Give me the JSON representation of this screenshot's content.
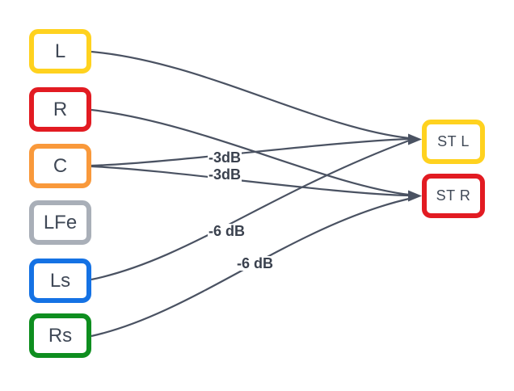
{
  "diagram": {
    "background_color": "#FFFFFF",
    "line_color": "#4A5262",
    "text_color": "#3F4856"
  },
  "sources": [
    {
      "label": "L",
      "border_color": "#FFD21F"
    },
    {
      "label": "R",
      "border_color": "#E21B22"
    },
    {
      "label": "C",
      "border_color": "#F9993B"
    },
    {
      "label": "LFe",
      "border_color": "#A9AFB8"
    },
    {
      "label": "Ls",
      "border_color": "#1572E4"
    },
    {
      "label": "Rs",
      "border_color": "#0E8E1F"
    }
  ],
  "targets": [
    {
      "label": "ST L",
      "border_color": "#FFD21F"
    },
    {
      "label": "ST R",
      "border_color": "#E21B22"
    }
  ],
  "connections": [
    {
      "from": "L",
      "to": "ST L",
      "gain": ""
    },
    {
      "from": "R",
      "to": "ST R",
      "gain": ""
    },
    {
      "from": "C",
      "to": "ST L",
      "gain": "-3dB"
    },
    {
      "from": "C",
      "to": "ST R",
      "gain": "-3dB"
    },
    {
      "from": "Ls",
      "to": "ST L",
      "gain": "-6 dB"
    },
    {
      "from": "Rs",
      "to": "ST R",
      "gain": "-6 dB"
    }
  ]
}
